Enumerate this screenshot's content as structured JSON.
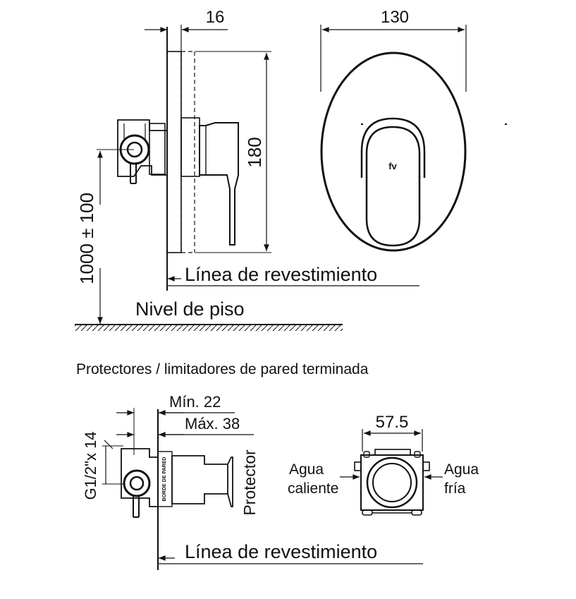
{
  "top_view": {
    "dim_depth": "16",
    "dim_width": "130",
    "dim_height": "180",
    "dim_install_height": "1000 ± 100",
    "label_cladding_line": "Línea de revestimiento",
    "label_floor_level": "Nivel de piso",
    "logo_text": "fv"
  },
  "section_title": "Protectores / limitadores de pared terminada",
  "bottom_view": {
    "dim_min": "Mín. 22",
    "dim_max": "Máx. 38",
    "dim_thread": "G1/2\"x 14",
    "label_protector": "Protector",
    "label_edge": "BORDE DE PARED",
    "label_cladding_line": "Línea de revestimiento",
    "dim_box_width": "57.5",
    "label_hot_line1": "Agua",
    "label_hot_line2": "caliente",
    "label_cold_line1": "Agua",
    "label_cold_line2": "fría"
  }
}
